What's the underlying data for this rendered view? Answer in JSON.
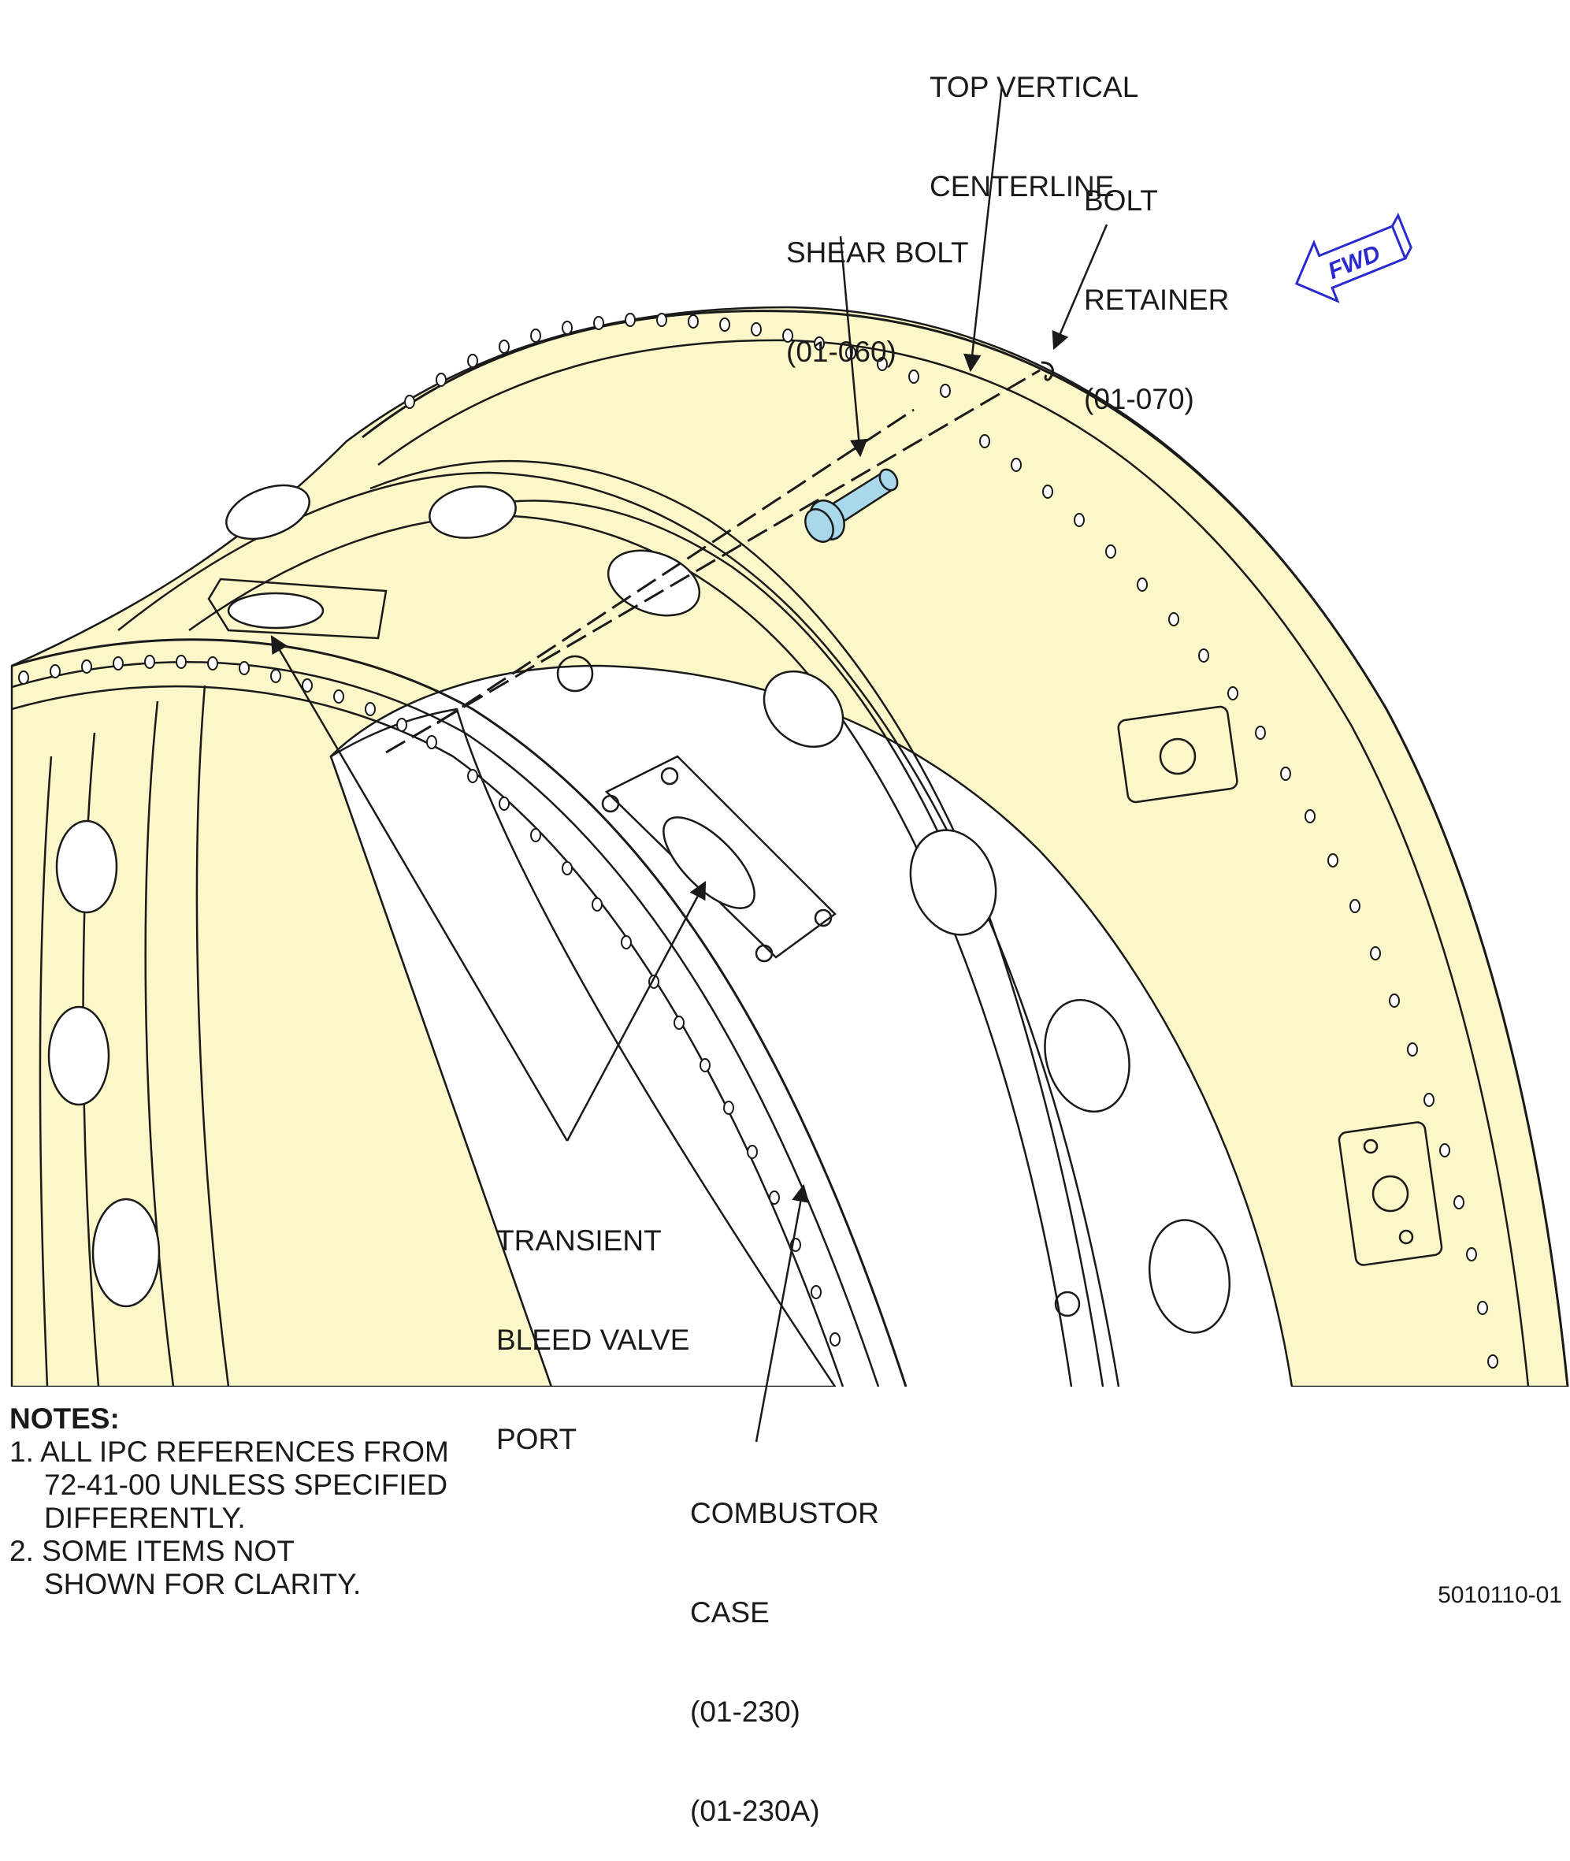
{
  "callouts": {
    "top_vertical_centerline": [
      "TOP VERTICAL",
      "CENTERLINE"
    ],
    "bolt_retainer": [
      "BOLT",
      "RETAINER",
      "(01-070)"
    ],
    "shear_bolt": [
      "SHEAR BOLT",
      "(01-060)"
    ],
    "transient_bleed_valve_port": [
      "TRANSIENT",
      "BLEED VALVE",
      "PORT"
    ],
    "combustor_case": [
      "COMBUSTOR",
      "CASE",
      "(01-230)",
      "(01-230A)"
    ]
  },
  "fwd_arrow": {
    "label": "FWD",
    "icon": "fwd-arrow-icon",
    "color": "#2a2ad0"
  },
  "notes": {
    "title": "NOTES:",
    "items": [
      "1. ALL IPC REFERENCES FROM\n72-41-00 UNLESS SPECIFIED\nDIFFERENTLY.",
      "2. SOME ITEMS NOT\nSHOWN FOR CLARITY."
    ]
  },
  "figure_id": "5010110-01",
  "colors": {
    "case_fill": "#fbf7c8",
    "line": "#1a1a1a",
    "bolt": "#a8d8ea",
    "fwd": "#2a2ad0"
  }
}
